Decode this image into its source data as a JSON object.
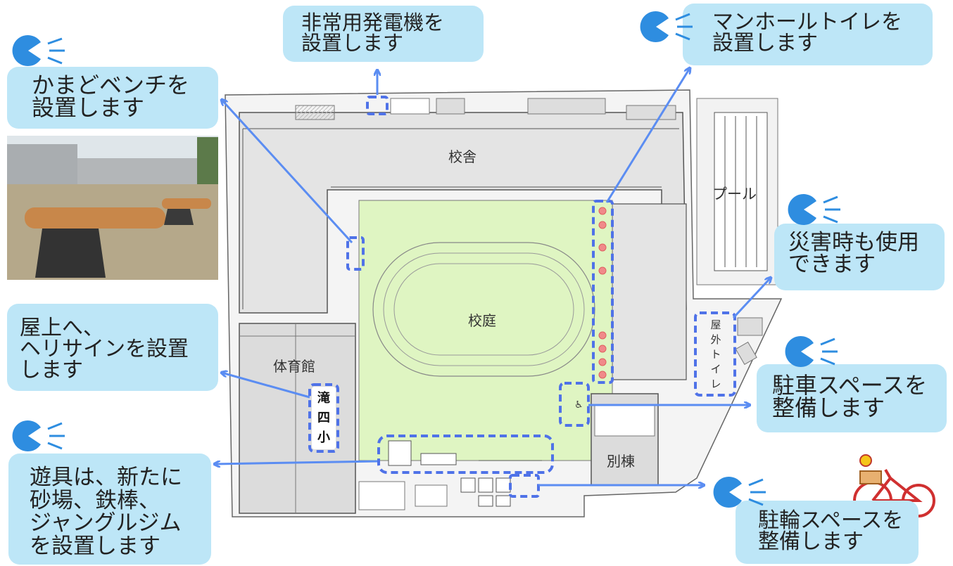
{
  "labels": {
    "school_building": "校舎",
    "courtyard": "校庭",
    "pool": "プール",
    "gym": "体育館",
    "annex": "別棟",
    "outdoor_toilet": [
      "屋",
      "外",
      "ト",
      "イ",
      "レ"
    ],
    "school_name": [
      "滝",
      "四",
      "小"
    ]
  },
  "callouts": {
    "generator": [
      "非常用発電機を",
      "設置します"
    ],
    "manhole": [
      "マンホールトイレを",
      "設置します"
    ],
    "bench": [
      "かまどベンチを",
      "設置します"
    ],
    "disaster_toilet": [
      "災害時も使用",
      "できます"
    ],
    "helisign": [
      "屋上へ、",
      "ヘリサインを設置",
      "します"
    ],
    "parking": [
      "駐車スペースを",
      "整備します"
    ],
    "playground": [
      "遊具は、新たに",
      "砂場、鉄棒、",
      "ジャングルジム",
      "を設置します"
    ],
    "bicycle": [
      "駐輪スペースを",
      "整備します"
    ]
  },
  "colors": {
    "callout_bg": "#bde6f7",
    "arrow": "#5b8df2",
    "highlight": "#4f72e8",
    "courtyard": "#dff5c2",
    "building": "#e6e6e6",
    "manhole_dot": "#f08a8a",
    "mascot": "#2e8de0"
  },
  "icons": [
    "mascot-icon",
    "bench-photo",
    "bicycle-icon",
    "accessible-parking-icon"
  ]
}
